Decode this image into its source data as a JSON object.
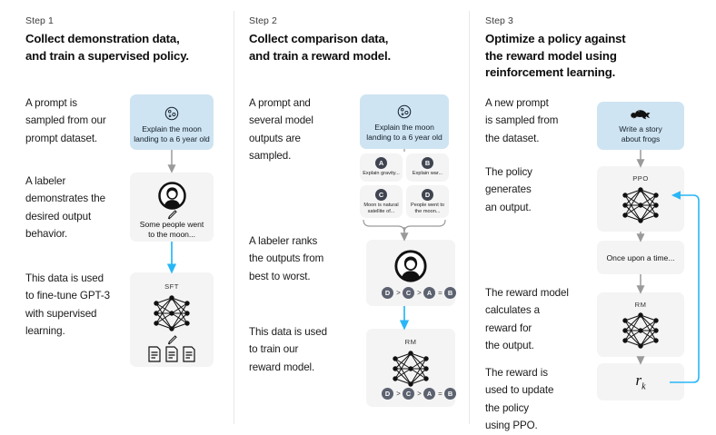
{
  "diagram": {
    "title": "RLHF three step training diagram",
    "accent_blue": "#29b6f6",
    "prompt_box_color": "#cfe4f2",
    "card_color": "#f4f4f4",
    "arrow_color": "#9a9a9a"
  },
  "columns": [
    {
      "step_label": "Step 1",
      "title_line1": "Collect demonstration data,",
      "title_line2": "and train a supervised policy.",
      "paragraphs": [
        "A prompt is\nsampled from our\nprompt dataset.",
        "A labeler\ndemonstrates the\ndesired output\nbehavior.",
        "This data is used\nto fine-tune GPT-3\nwith supervised\nlearning."
      ],
      "cards": [
        {
          "name": "prompt",
          "icon": "moon-icon",
          "caption_line1": "Explain the moon",
          "caption_line2": "landing to a 6 year old"
        },
        {
          "name": "labeler-demo",
          "icon": "labeler-icon",
          "caption_line1": "Some people went",
          "caption_line2": "to the moon..."
        },
        {
          "name": "sft-model",
          "icon": "neural-net-icon",
          "net_label": "SFT",
          "extra_icon": "documents-icon"
        }
      ]
    },
    {
      "step_label": "Step 2",
      "title_line1": "Collect comparison data,",
      "title_line2": "and train a reward model.",
      "paragraphs": [
        "A prompt and\nseveral model\noutputs are\nsampled.",
        "A labeler ranks\nthe outputs from\nbest to worst.",
        "This data is used\nto train our\nreward model."
      ],
      "cards": [
        {
          "name": "prompt",
          "icon": "moon-icon",
          "caption_line1": "Explain the moon",
          "caption_line2": "landing to a 6 year old"
        },
        {
          "name": "labeler-rank",
          "icon": "labeler-icon"
        },
        {
          "name": "rm-model",
          "icon": "neural-net-icon",
          "net_label": "RM"
        }
      ],
      "outputs": [
        {
          "letter": "A",
          "text_line1": "Explain gravity...",
          "text_line2": ""
        },
        {
          "letter": "B",
          "text_line1": "Explain war...",
          "text_line2": ""
        },
        {
          "letter": "C",
          "text_line1": "Moon is natural",
          "text_line2": "satellite of..."
        },
        {
          "letter": "D",
          "text_line1": "People went to",
          "text_line2": "the moon..."
        }
      ],
      "ranking": [
        {
          "token": "D",
          "type": "letter"
        },
        {
          "token": ">",
          "type": "op"
        },
        {
          "token": "C",
          "type": "letter"
        },
        {
          "token": ">",
          "type": "op"
        },
        {
          "token": "A",
          "type": "letter"
        },
        {
          "token": "=",
          "type": "op"
        },
        {
          "token": "B",
          "type": "letter"
        }
      ]
    },
    {
      "step_label": "Step 3",
      "title_line1": "Optimize a policy against",
      "title_line2": "the reward model using",
      "title_line3": "reinforcement learning.",
      "paragraphs": [
        "A new prompt\nis sampled from\nthe dataset.",
        "The policy\ngenerates\nan output.",
        "The reward model\ncalculates a\nreward for\nthe output.",
        "The reward is\nused to update\nthe policy\nusing PPO."
      ],
      "cards": [
        {
          "name": "prompt",
          "icon": "frog-icon",
          "caption_line1": "Write a story",
          "caption_line2": "about frogs"
        },
        {
          "name": "ppo-model",
          "icon": "neural-net-icon",
          "net_label": "PPO"
        },
        {
          "name": "output",
          "text": "Once upon a time..."
        },
        {
          "name": "rm-model",
          "icon": "neural-net-icon",
          "net_label": "RM"
        },
        {
          "name": "reward",
          "symbol": "r",
          "subscript": "k"
        }
      ]
    }
  ]
}
